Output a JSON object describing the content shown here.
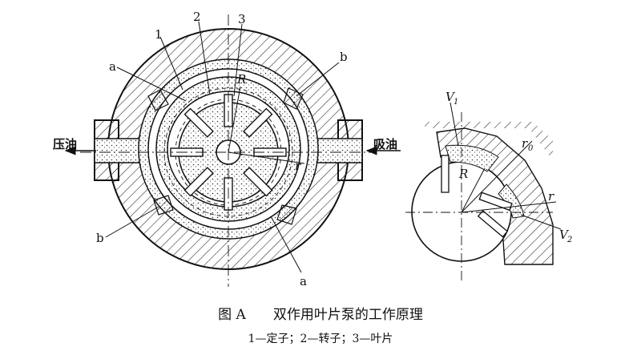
{
  "figure": {
    "caption": "图 A　　双作用叶片泵的工作原理",
    "legend": "1—定子；2—转子；3—叶片"
  },
  "labels": {
    "left_port": "压油",
    "right_port": "吸油",
    "n1": "1",
    "n2": "2",
    "n3": "3",
    "a_top": "a",
    "a_bottom": "a",
    "b_top": "b",
    "b_bottom": "b",
    "R_main": "R",
    "r_main": "r",
    "R_detail": "R",
    "r_detail": "r",
    "r0_detail": "r",
    "r0_sub": "0",
    "V1": "V",
    "V1_sub": "1",
    "V2": "V",
    "V2_sub": "2"
  }
}
